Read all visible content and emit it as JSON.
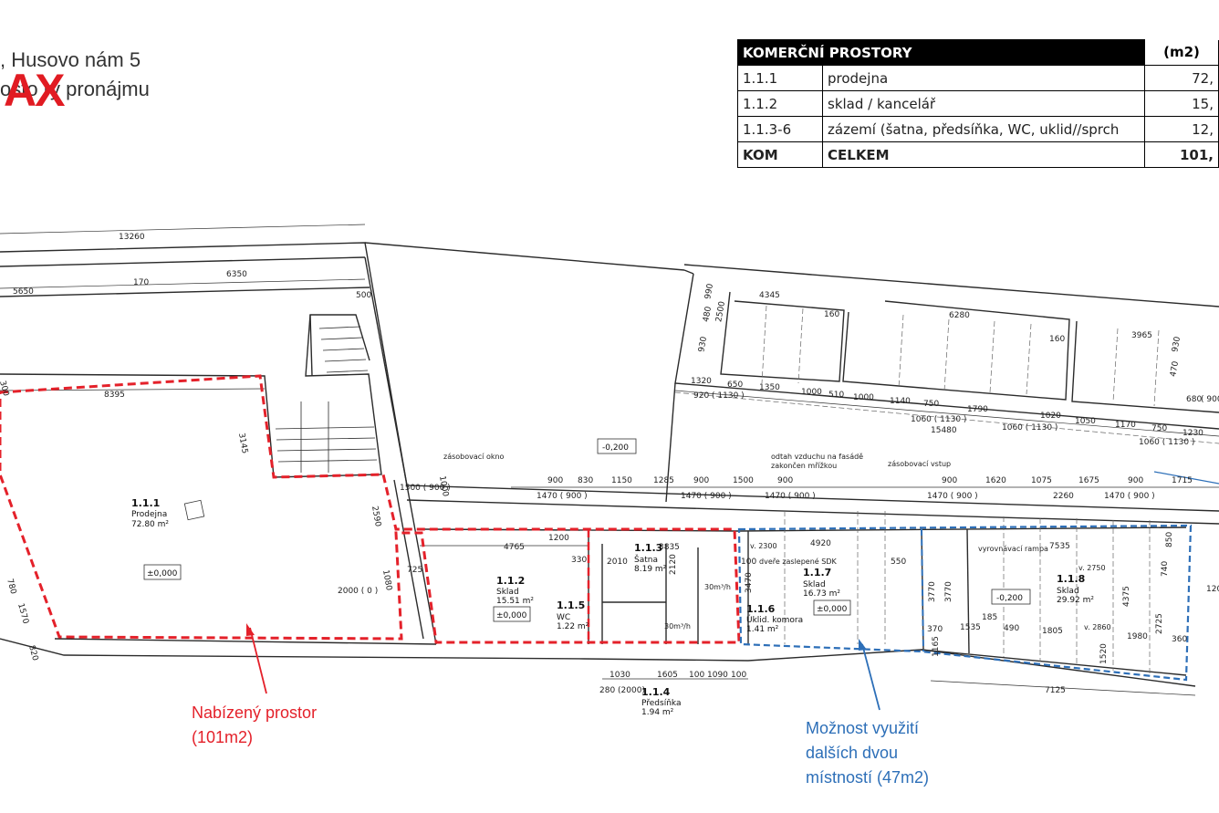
{
  "header": {
    "line1": ", Husovo nám 5",
    "line2": "osto ry  pronájmu",
    "logo_text": "AX"
  },
  "colors": {
    "offered": "#e4212a",
    "option": "#2d6fb8",
    "wall": "#2b2b2b"
  },
  "area_table": {
    "title": "KOMERČNÍ PROSTORY",
    "unit_header": "(m2)",
    "rows": [
      {
        "code": "1.1.1",
        "name": "prodejna",
        "area": "72,"
      },
      {
        "code": "1.1.2",
        "name": "sklad / kancelář",
        "area": "15,"
      },
      {
        "code": "1.1.3-6",
        "name": "zázemí (šatna, předsíňka, WC, uklid//sprch",
        "area": "12,"
      }
    ],
    "total": {
      "code": "KOM",
      "name": "CELKEM",
      "area": "101,"
    }
  },
  "rooms": [
    {
      "id": "1.1.1",
      "name": "Prodejna",
      "area": "72.80 m²"
    },
    {
      "id": "1.1.2",
      "name": "Sklad",
      "area": "15.51 m²"
    },
    {
      "id": "1.1.3",
      "name": "Šatna",
      "area": "8.19 m²"
    },
    {
      "id": "1.1.5",
      "name": "WC",
      "area": "1.22 m²"
    },
    {
      "id": "1.1.4",
      "name": "Předsíňka",
      "area": "1.94 m²"
    },
    {
      "id": "1.1.6",
      "name": "Úklid. komora",
      "area": "1.41 m²"
    },
    {
      "id": "1.1.7",
      "name": "Sklad",
      "area": "16.73 m²"
    },
    {
      "id": "1.1.8",
      "name": "Sklad",
      "area": "29.92 m²"
    }
  ],
  "levels": {
    "zero": "±0,000",
    "minus": "-0,200"
  },
  "notes": {
    "supply_window": "zásobovací okno",
    "supply_entry": "zásobovací vstup",
    "ventilation_1": "odtah vzduchu na fasádě",
    "ventilation_2": "zakončen mřížkou",
    "doors_sdk": "dveře zaslepené SDK",
    "ramp": "vyrovnávací rampa",
    "v2300": "v. 2300",
    "v2750": "v. 2750",
    "v2860": "v. 2860",
    "airflow_1": "30m³/h",
    "airflow_2": "30m³/h"
  },
  "dimensions": {
    "d13260": "13260",
    "d5650": "5650",
    "d170": "170",
    "d6350": "6350",
    "d500": "500",
    "d8395": "8395",
    "d3145": "3145",
    "d1000": "1000",
    "d1500_900": "1500 ( 900 )",
    "d2590": "2590",
    "d1080": "1080",
    "d2000_0": "2000 (  0  )",
    "d725": "725",
    "d4765": "4765",
    "d1200": "1200",
    "d330": "330",
    "d2010": "2010",
    "d3835": "3835",
    "d2120": "2120",
    "d100": "100",
    "d4920": "4920",
    "d550": "550",
    "d3470": "3470",
    "d3770a": "3770",
    "d3770b": "3770",
    "d7535": "7535",
    "d850": "850",
    "d740": "740",
    "d4375": "4375",
    "d2725": "2725",
    "d360": "360",
    "d370": "370",
    "d1535": "1535",
    "d185": "185",
    "d490": "490",
    "d1805": "1805",
    "d1980": "1980",
    "d1165": "1165",
    "d1520": "1520",
    "d7125": "7125",
    "d120": "120",
    "d1030": "1030",
    "d280_2000": "280 (2000)",
    "d1605": "1605",
    "d100b": "100",
    "d1090": "1090",
    "d100c": "100",
    "t900a": "900",
    "t830": "830",
    "t1150": "1150",
    "t1285": "1285",
    "t900b": "900",
    "t1500": "1500",
    "t900c": "900",
    "t900d": "900",
    "t1620": "1620",
    "t1075": "1075",
    "t1675": "1675",
    "t900e": "900",
    "t1715": "1715",
    "t2260": "2260",
    "s1470a": "1470 ( 900 )",
    "s1470b": "1470 ( 900 )",
    "s1470c": "1470 ( 900 )",
    "s1470d": "1470 ( 900 )",
    "s1470e": "1470 ( 900 )",
    "n4345": "4345",
    "n160a": "160",
    "n6280": "6280",
    "n160b": "160",
    "n3965": "3965",
    "n990": "990",
    "n480": "480",
    "n2500": "2500",
    "n930": "930",
    "n930b": "930",
    "n470": "470",
    "n680": "680",
    "n900": "( 900",
    "n1320": "1320",
    "n650": "650",
    "n1350": "1350",
    "n1000": "1000",
    "n510": "510",
    "n1000b": "1000",
    "n1140": "1140",
    "n750": "750",
    "n1790": "1790",
    "n1020": "1020",
    "n1050": "1050",
    "n1170": "1170",
    "n750b": "750",
    "n1230": "1230",
    "n920": "920 ( 1130 )",
    "n1060a": "1060 ( 1130 )",
    "n1060b": "1060 ( 1130 )",
    "n1060c": "1060 ( 1130 )",
    "n15480": "15480",
    "l780": "780",
    "l1570": "1570",
    "l820": "820",
    "l300": "300"
  },
  "captions": {
    "offered_1": "Nabízený prostor",
    "offered_2": "(101m2)",
    "option_1": "Možnost využití",
    "option_2": "dalších dvou",
    "option_3": "místností (47m2)"
  }
}
